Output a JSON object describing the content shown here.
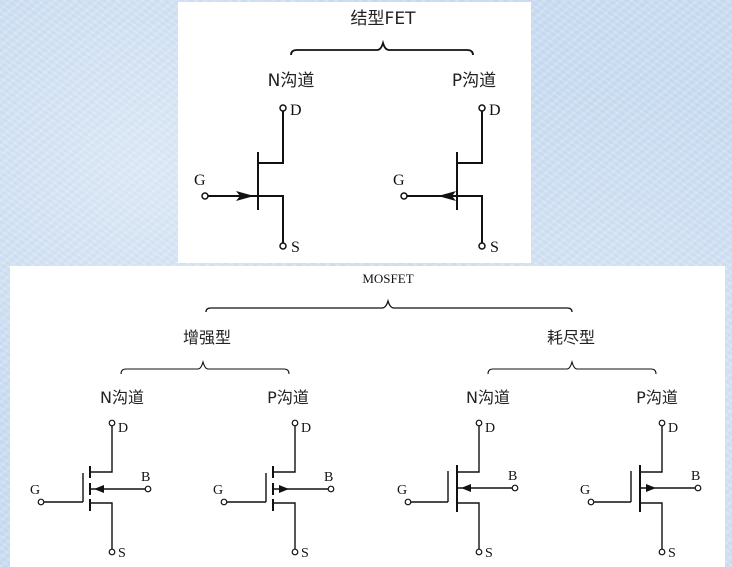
{
  "diagram": {
    "jfet": {
      "title": "结型FET",
      "n_channel": {
        "label": "N沟道",
        "terminals": {
          "drain": "D",
          "gate": "G",
          "source": "S"
        },
        "arrow_direction": "toward-channel"
      },
      "p_channel": {
        "label": "P沟道",
        "terminals": {
          "drain": "D",
          "gate": "G",
          "source": "S"
        },
        "arrow_direction": "away-from-channel"
      }
    },
    "mosfet": {
      "title": "MOSFET",
      "enhancement": {
        "title": "增强型",
        "n_channel": {
          "label": "N沟道",
          "terminals": {
            "drain": "D",
            "gate": "G",
            "bulk": "B",
            "source": "S"
          },
          "channel": "broken",
          "arrow_direction": "toward-channel"
        },
        "p_channel": {
          "label": "P沟道",
          "terminals": {
            "drain": "D",
            "gate": "G",
            "bulk": "B",
            "source": "S"
          },
          "channel": "broken",
          "arrow_direction": "away-from-channel"
        }
      },
      "depletion": {
        "title": "耗尽型",
        "n_channel": {
          "label": "N沟道",
          "terminals": {
            "drain": "D",
            "gate": "G",
            "bulk": "B",
            "source": "S"
          },
          "channel": "continuous",
          "arrow_direction": "toward-channel"
        },
        "p_channel": {
          "label": "P沟道",
          "terminals": {
            "drain": "D",
            "gate": "G",
            "bulk": "B",
            "source": "S"
          },
          "channel": "continuous",
          "arrow_direction": "away-from-channel"
        }
      }
    }
  },
  "colors": {
    "background": "#c9dcf0",
    "panel": "#ffffff",
    "stroke": "#111111"
  }
}
